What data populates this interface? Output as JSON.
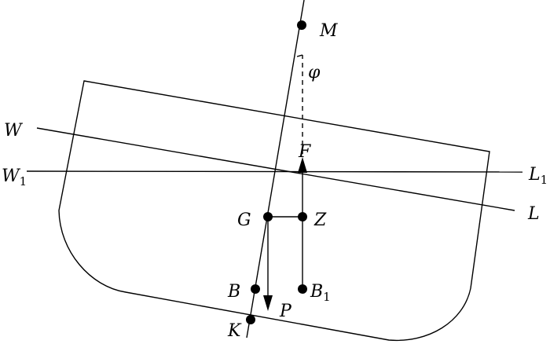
{
  "diagram": {
    "labels": {
      "M": "M",
      "phi": "φ",
      "W": "W",
      "W1": "W",
      "W1_sub": "1",
      "F": "F",
      "L1": "L",
      "L1_sub": "1",
      "L": "L",
      "G": "G",
      "Z": "Z",
      "B": "B",
      "B1": "B",
      "B1_sub": "1",
      "P": "P",
      "K": "K"
    }
  }
}
